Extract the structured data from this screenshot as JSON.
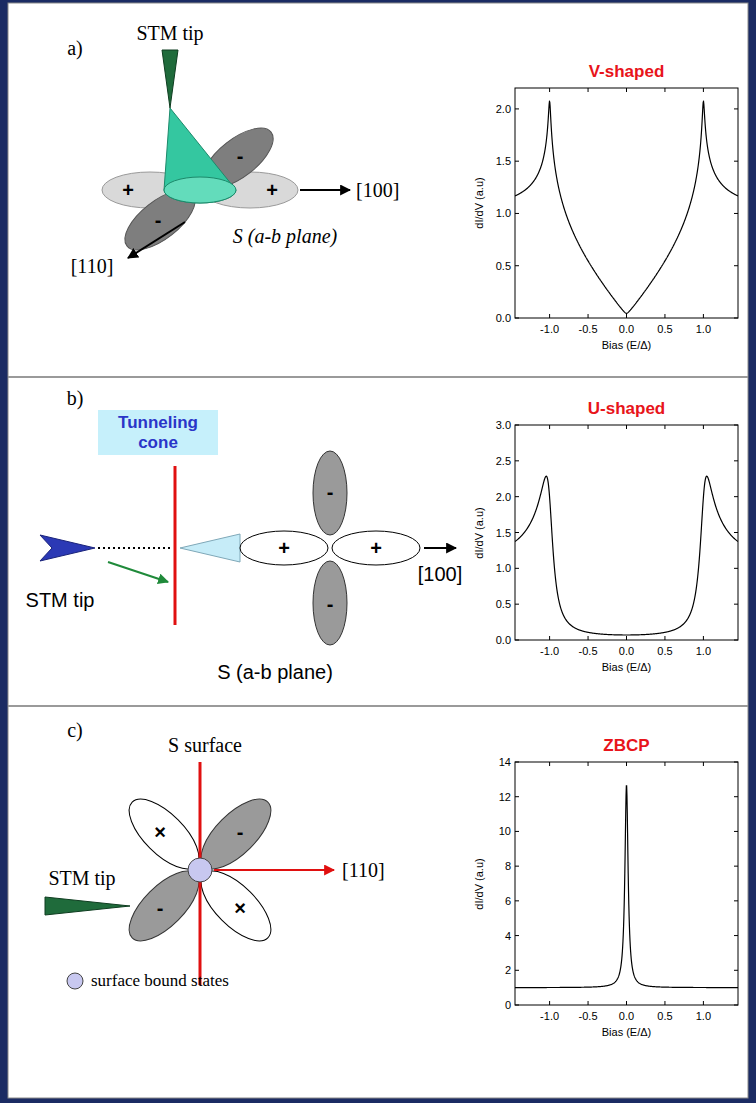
{
  "diagram": {
    "nodes": [
      {
        "text": [
          "Tunneling cone"
        ]
      }
    ],
    "labels": [
      "a)",
      "STM tip",
      "+",
      "+",
      "-",
      "-",
      "[100]",
      "[110]",
      "S (a-b plane)",
      "V-shaped",
      "dI/dV (a.u)",
      "0.0",
      "0.5",
      "1.0",
      "1.5",
      "2.0",
      "-1.0",
      "-0.5",
      "0.0",
      "0.5",
      "1.0",
      "Bias (E/Δ)",
      "b)",
      "STM tip",
      "+",
      "+",
      "-",
      "-",
      "[100]",
      "S (a-b plane)",
      "U-shaped",
      "dI/dV (a.u)",
      "0.0",
      "0.5",
      "1.0",
      "1.5",
      "2.0",
      "2.5",
      "3.0",
      "-1.0",
      "-0.5",
      "0.0",
      "0.5",
      "1.0",
      "Bias (E/Δ)",
      "c)",
      "S surface",
      "STM tip",
      "×",
      "×",
      "-",
      "-",
      "[110]",
      "ZBCP",
      "dI/dV (a.u)",
      "0",
      "2",
      "4",
      "6",
      "8",
      "10",
      "12",
      "14",
      "-1.0",
      "-0.5",
      "0.0",
      "0.5",
      "1.0",
      "Bias (E/Δ)"
    ],
    "legend": [
      {
        "text": "surface bound states"
      }
    ]
  }
}
